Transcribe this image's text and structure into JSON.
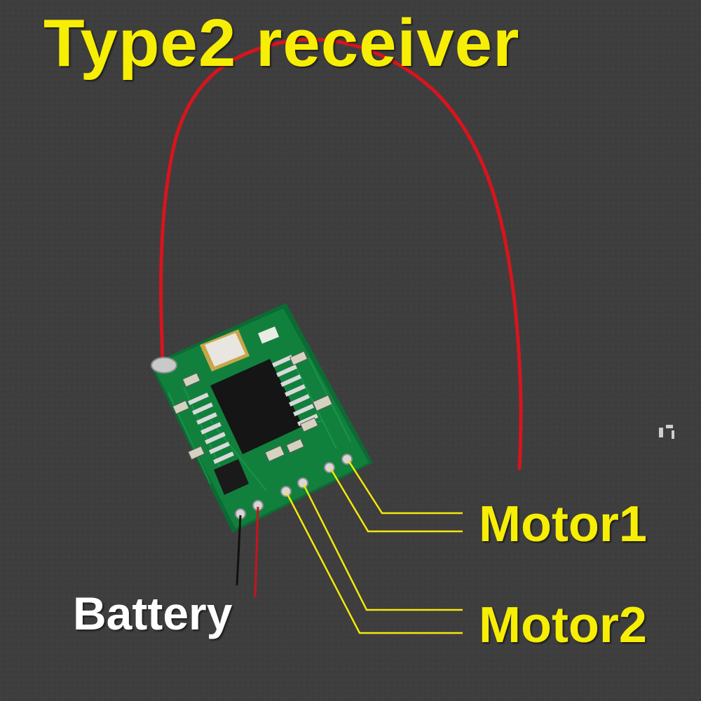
{
  "title": "Type2 receiver",
  "labels": {
    "motor1": "Motor1",
    "motor2": "Motor2",
    "battery": "Battery"
  },
  "colors": {
    "background": "#3f3f3f",
    "label_yellow": "#f7ee05",
    "label_white": "#ffffff",
    "pcb_green": "#0f7a3a",
    "antenna_red": "#d8141c",
    "leader_yellow": "#f5e80a",
    "battery_neg": "#111111",
    "battery_pos": "#c8141a"
  }
}
